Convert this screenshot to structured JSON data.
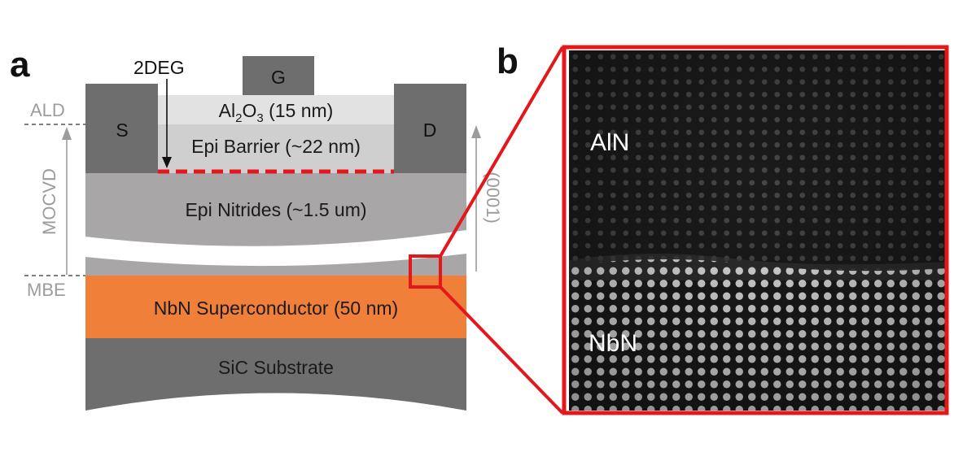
{
  "panel_a": {
    "label": "a",
    "colors": {
      "dark_gray": "#6e6e6e",
      "light_gray": "#a8a6a6",
      "oxide": "#e2e2e2",
      "barrier": "#cfcfcf",
      "nbn": "#f07f3a",
      "twodeg": "#e4171b",
      "guide_gray": "#9c9c9c"
    },
    "contacts": {
      "source": "S",
      "drain": "D",
      "gate": "G"
    },
    "annotation_2deg": "2DEG",
    "layers": {
      "oxide_prefix": "Al",
      "oxide_sub1": "2",
      "oxide_mid": "O",
      "oxide_sub2": "3",
      "oxide_suffix": " (15 nm)",
      "barrier": "Epi Barrier (~22 nm)",
      "nitrides": "Epi Nitrides (~1.5 um)",
      "superconductor": "NbN Superconductor (50 nm)",
      "substrate": "SiC Substrate"
    },
    "growth_methods": {
      "ald": "ALD",
      "mocvd": "MOCVD",
      "mbe": "MBE"
    },
    "axis_label": "(0001)"
  },
  "panel_b": {
    "label": "b",
    "frame_color": "#e4171b",
    "top_material": "AlN",
    "bottom_material": "NbN"
  }
}
